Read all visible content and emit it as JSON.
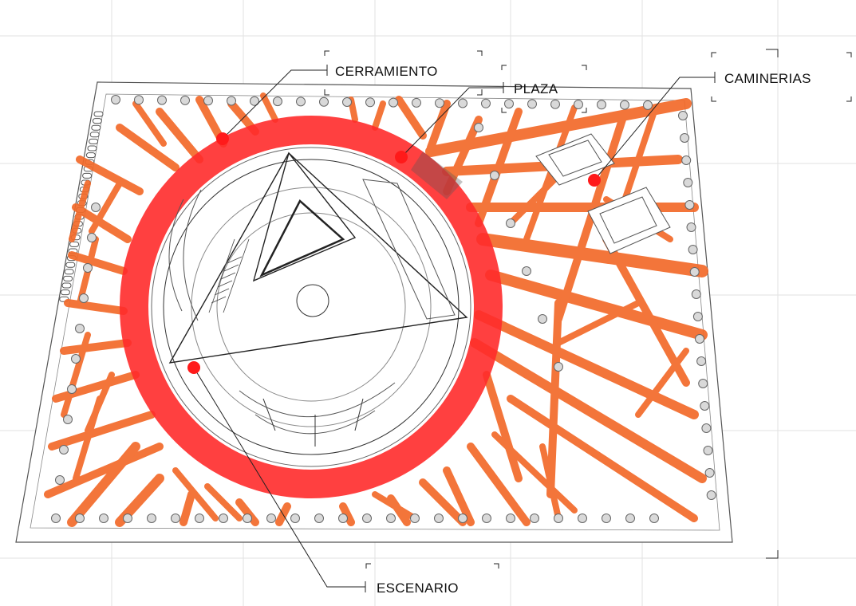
{
  "labels": {
    "cerramiento": "CERRAMIENTO",
    "plaza": "PLAZA",
    "caminerias": "CAMINERIAS",
    "escenario": "ESCENARIO"
  },
  "colors": {
    "paths_orange": "#f26a2a",
    "ring_red": "#ff2b2b",
    "marker_red": "#ff1a1a",
    "linework": "#333333",
    "grid": "#e2e2e2"
  }
}
